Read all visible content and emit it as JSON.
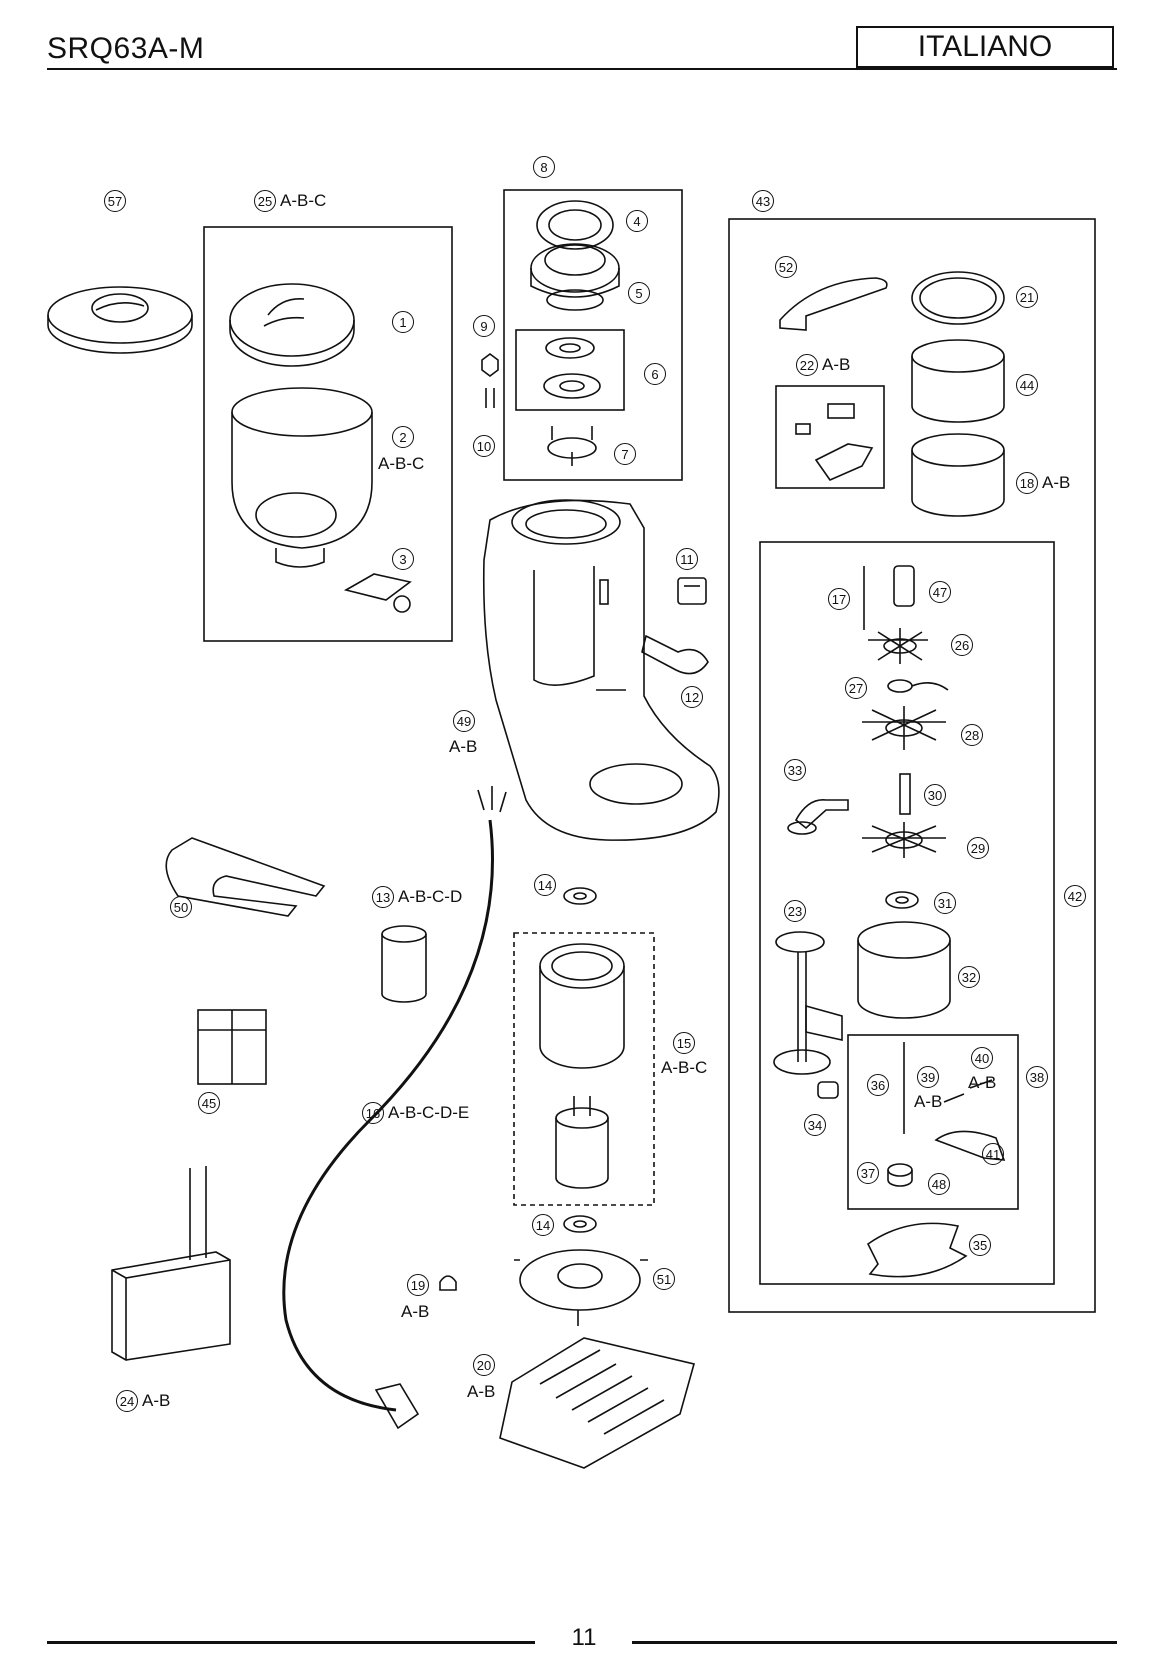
{
  "header": {
    "title": "SRQ63A-M",
    "language": "ITALIANO"
  },
  "footer": {
    "page_number": "11"
  },
  "parts": [
    {
      "id": "57",
      "num": "57",
      "suffix": ""
    },
    {
      "id": "25",
      "num": "25",
      "suffix": "A-B-C"
    },
    {
      "id": "1",
      "num": "1",
      "suffix": ""
    },
    {
      "id": "2",
      "num": "2",
      "suffix": "A-B-C"
    },
    {
      "id": "3",
      "num": "3",
      "suffix": ""
    },
    {
      "id": "8",
      "num": "8",
      "suffix": ""
    },
    {
      "id": "4",
      "num": "4",
      "suffix": ""
    },
    {
      "id": "5",
      "num": "5",
      "suffix": ""
    },
    {
      "id": "6",
      "num": "6",
      "suffix": ""
    },
    {
      "id": "7",
      "num": "7",
      "suffix": ""
    },
    {
      "id": "9",
      "num": "9",
      "suffix": ""
    },
    {
      "id": "10",
      "num": "10",
      "suffix": ""
    },
    {
      "id": "43",
      "num": "43",
      "suffix": ""
    },
    {
      "id": "52",
      "num": "52",
      "suffix": ""
    },
    {
      "id": "21",
      "num": "21",
      "suffix": ""
    },
    {
      "id": "22",
      "num": "22",
      "suffix": "A-B"
    },
    {
      "id": "44",
      "num": "44",
      "suffix": ""
    },
    {
      "id": "18",
      "num": "18",
      "suffix": "A-B"
    },
    {
      "id": "11",
      "num": "11",
      "suffix": ""
    },
    {
      "id": "12",
      "num": "12",
      "suffix": ""
    },
    {
      "id": "49",
      "num": "49",
      "suffix": "A-B"
    },
    {
      "id": "17",
      "num": "17",
      "suffix": ""
    },
    {
      "id": "47",
      "num": "47",
      "suffix": ""
    },
    {
      "id": "26",
      "num": "26",
      "suffix": ""
    },
    {
      "id": "27",
      "num": "27",
      "suffix": ""
    },
    {
      "id": "28",
      "num": "28",
      "suffix": ""
    },
    {
      "id": "33",
      "num": "33",
      "suffix": ""
    },
    {
      "id": "30",
      "num": "30",
      "suffix": ""
    },
    {
      "id": "29",
      "num": "29",
      "suffix": ""
    },
    {
      "id": "31",
      "num": "31",
      "suffix": ""
    },
    {
      "id": "42",
      "num": "42",
      "suffix": ""
    },
    {
      "id": "23",
      "num": "23",
      "suffix": ""
    },
    {
      "id": "32",
      "num": "32",
      "suffix": ""
    },
    {
      "id": "50",
      "num": "50",
      "suffix": ""
    },
    {
      "id": "13",
      "num": "13",
      "suffix": "A-B-C-D"
    },
    {
      "id": "14a",
      "num": "14",
      "suffix": ""
    },
    {
      "id": "15",
      "num": "15",
      "suffix": "A-B-C"
    },
    {
      "id": "45",
      "num": "45",
      "suffix": ""
    },
    {
      "id": "16",
      "num": "16",
      "suffix": "A-B-C-D-E"
    },
    {
      "id": "14b",
      "num": "14",
      "suffix": ""
    },
    {
      "id": "40",
      "num": "40",
      "suffix": "A-B"
    },
    {
      "id": "38",
      "num": "38",
      "suffix": ""
    },
    {
      "id": "36",
      "num": "36",
      "suffix": ""
    },
    {
      "id": "39",
      "num": "39",
      "suffix": "A-B"
    },
    {
      "id": "34",
      "num": "34",
      "suffix": ""
    },
    {
      "id": "41",
      "num": "41",
      "suffix": ""
    },
    {
      "id": "37",
      "num": "37",
      "suffix": ""
    },
    {
      "id": "48",
      "num": "48",
      "suffix": ""
    },
    {
      "id": "35",
      "num": "35",
      "suffix": ""
    },
    {
      "id": "51",
      "num": "51",
      "suffix": ""
    },
    {
      "id": "19",
      "num": "19",
      "suffix": "A-B"
    },
    {
      "id": "20",
      "num": "20",
      "suffix": "A-B"
    },
    {
      "id": "24",
      "num": "24",
      "suffix": "A-B"
    }
  ]
}
